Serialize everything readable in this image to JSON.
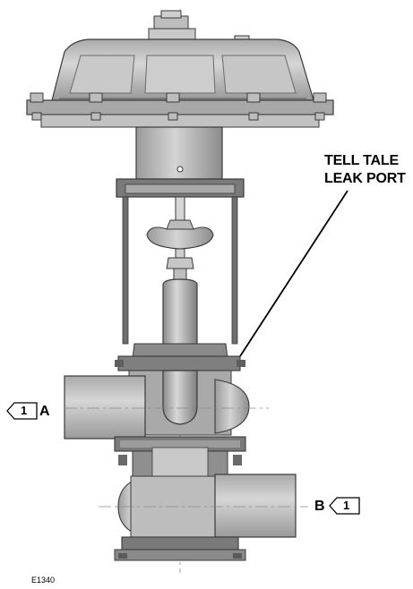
{
  "figure": {
    "callout_line1": "TELL TALE",
    "callout_line2": "LEAK PORT",
    "port_a_label": "A",
    "port_b_label": "B",
    "note_number": "1",
    "figure_id": "E1340"
  },
  "colors": {
    "body_fill": "#c4c4c4",
    "body_shade": "#9a9a9a",
    "body_dark": "#7a7a7a",
    "outline": "#3a3a3a",
    "centerline": "#8a8a8a"
  },
  "icons": {
    "note_flag": "flag-note-icon"
  }
}
